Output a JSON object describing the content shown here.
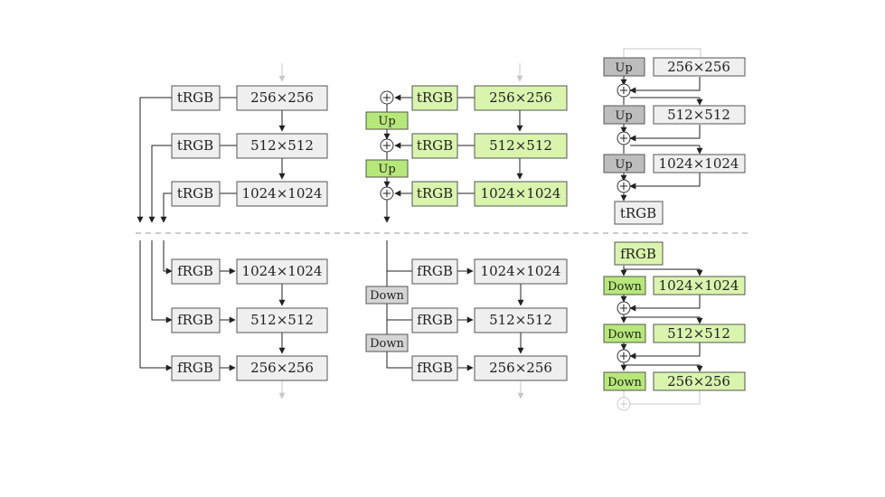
{
  "labels": {
    "res_256": "256×256",
    "res_512": "512×512",
    "res_1024": "1024×1024",
    "trgb": "tRGB",
    "frgb": "fRGB",
    "up": "Up",
    "down": "Down",
    "plus": "+"
  },
  "colors": {
    "gray_fill": "#efefef",
    "gray_dark_fill": "#bdbdbd",
    "green_fill": "#d9f5ad",
    "green_strong_fill": "#b6e878",
    "stroke": "#555555",
    "arrow": "#222222",
    "faded": "#c8c8c8",
    "divider": "#bbbbbb"
  }
}
